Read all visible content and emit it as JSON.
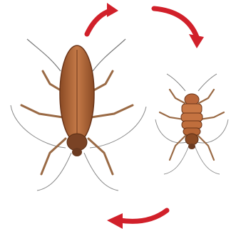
{
  "illustration": {
    "subjects": [
      "adult-cockroach",
      "nymph-cockroach"
    ],
    "cycle_arrows": 3
  },
  "colors": {
    "background": "#ffffff",
    "arrow": "#d1202a",
    "body_dark": "#8a4a24",
    "body_mid": "#b8663a",
    "body_light": "#d9956a",
    "leg": "#9a6a45",
    "antenna": "#7a7a7a"
  }
}
